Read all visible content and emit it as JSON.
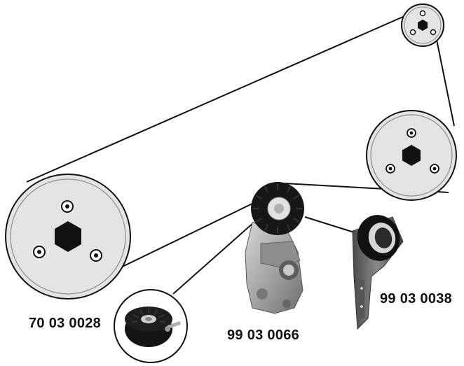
{
  "parts": [
    {
      "number": "70 03 0028"
    },
    {
      "number": "99 03 0066"
    },
    {
      "number": "99 03 0038"
    }
  ],
  "colors": {
    "belt": "#111111",
    "pulley_face": "#e6e6e6",
    "pulley_rim": "#cfcfcf",
    "hub": "#111111",
    "bracket": "#b9b9b9"
  }
}
